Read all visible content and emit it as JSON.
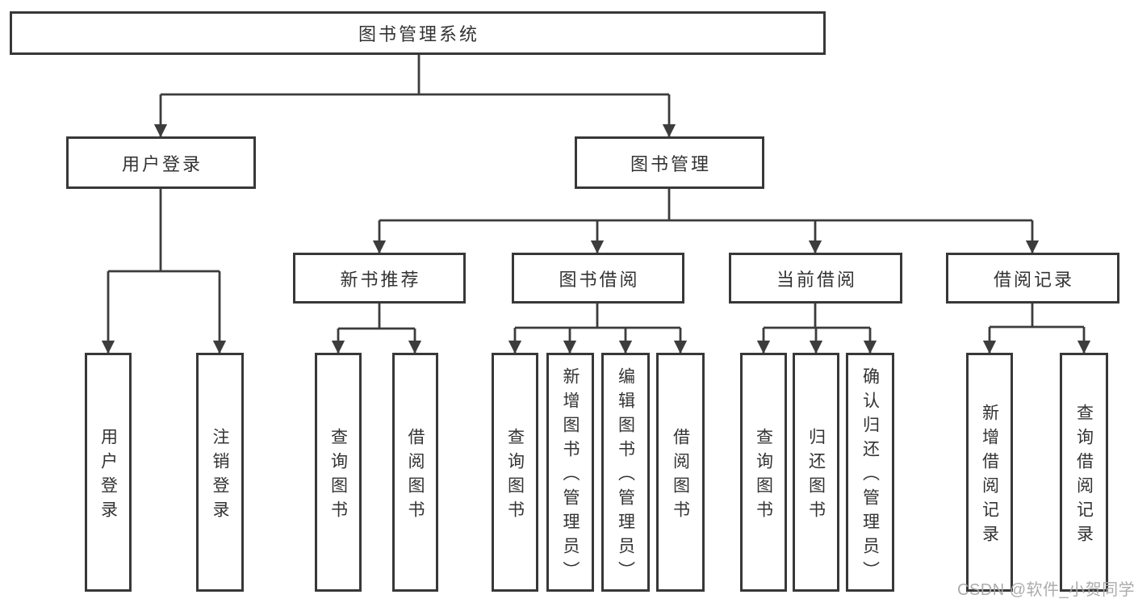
{
  "diagram": {
    "tree": {
      "root": {
        "label": "图书管理系统",
        "children": [
          {
            "label": "用户登录",
            "children": [
              {
                "label": "用户登录"
              },
              {
                "label": "注销登录"
              }
            ]
          },
          {
            "label": "图书管理",
            "children": [
              {
                "label": "新书推荐",
                "children": [
                  {
                    "label": "查询图书"
                  },
                  {
                    "label": "借阅图书"
                  }
                ]
              },
              {
                "label": "图书借阅",
                "children": [
                  {
                    "label": "查询图书"
                  },
                  {
                    "label": "新增图书（管理员）"
                  },
                  {
                    "label": "编辑图书（管理员）"
                  },
                  {
                    "label": "借阅图书"
                  }
                ]
              },
              {
                "label": "当前借阅",
                "children": [
                  {
                    "label": "查询图书"
                  },
                  {
                    "label": "归还图书"
                  },
                  {
                    "label": "确认归还（管理员）"
                  }
                ]
              },
              {
                "label": "借阅记录",
                "children": [
                  {
                    "label": "新增借阅记录"
                  },
                  {
                    "label": "查询借阅记录"
                  }
                ]
              }
            ]
          }
        ]
      }
    },
    "colors": {
      "line": "#3c3c3c",
      "border": "#383838",
      "text": "#333333",
      "background": "#ffffff",
      "watermark": "#a8a8a8"
    }
  },
  "watermark": {
    "text": "CSDN @软件_小贺同学"
  }
}
